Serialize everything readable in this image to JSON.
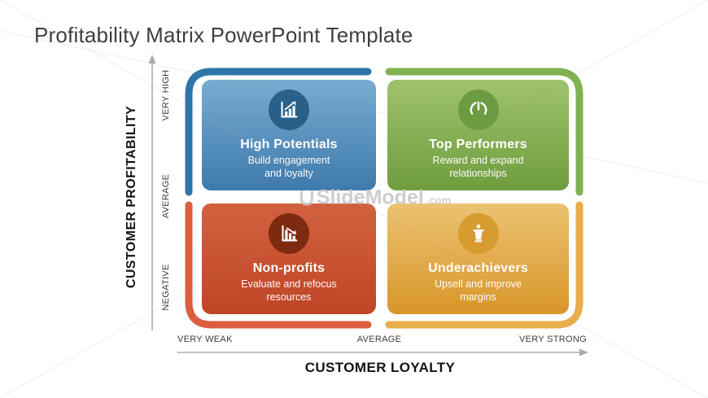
{
  "slide": {
    "title": "Profitability Matrix PowerPoint Template"
  },
  "matrix": {
    "quadrants": [
      {
        "key": "high-potentials",
        "title": "High Potentials",
        "desc_line1": "Build engagement",
        "desc_line2": "and loyalty",
        "icon": "growth-bar-chart-icon",
        "frame_color": "#2e76aa",
        "card_gradient_top": "#78acd1",
        "card_gradient_bottom": "#3e7aac",
        "icon_circle_color": "#28608a"
      },
      {
        "key": "top-performers",
        "title": "Top Performers",
        "desc_line1": "Reward and expand",
        "desc_line2": "relationships",
        "icon": "gauge-icon",
        "frame_color": "#80b251",
        "card_gradient_top": "#9fc36d",
        "card_gradient_bottom": "#6f9d3d",
        "icon_circle_color": "#6d9b41"
      },
      {
        "key": "non-profits",
        "title": "Non-profits",
        "desc_line1": "Evaluate and refocus",
        "desc_line2": "resources",
        "icon": "decline-bar-chart-icon",
        "frame_color": "#dd5e3d",
        "card_gradient_top": "#d2613f",
        "card_gradient_bottom": "#bf4526",
        "icon_circle_color": "#7d2a10"
      },
      {
        "key": "underachievers",
        "title": "Underachievers",
        "desc_line1": "Upsell and improve",
        "desc_line2": "margins",
        "icon": "podium-speaker-icon",
        "frame_color": "#e9ad4a",
        "card_gradient_top": "#ecc271",
        "card_gradient_bottom": "#d8962a",
        "icon_circle_color": "#d79c30"
      }
    ]
  },
  "y_axis": {
    "title": "CUSTOMER PROFITABILITY",
    "ticks": [
      "VERY HIGH",
      "AVERAGE",
      "NEGATIVE"
    ]
  },
  "x_axis": {
    "title": "CUSTOMER LOYALTY",
    "ticks": [
      "VERY WEAK",
      "AVERAGE",
      "VERY STRONG"
    ]
  },
  "watermark": {
    "brand": "SlideModel",
    "domain": ".com"
  },
  "axis_color": "#ababab",
  "title_color": "#3f3f3f"
}
